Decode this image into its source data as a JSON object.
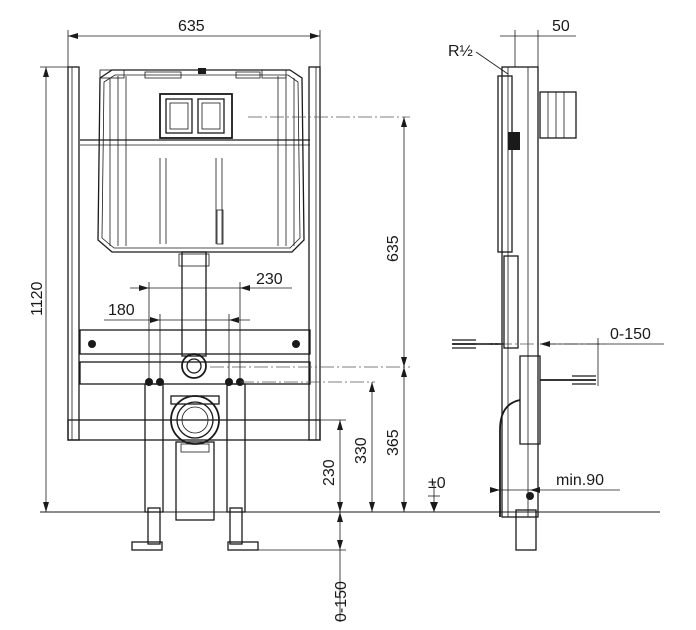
{
  "dimensions": {
    "overall_width": "635",
    "depth": "50",
    "thread": "R½",
    "total_height": "1120",
    "cistern_height": "635",
    "upper_spacing": "230",
    "lower_spacing": "180",
    "flush_height": "365",
    "outlet_height": "330",
    "fixing_height": "230",
    "wall_adjust": "0-150",
    "zero_level": "±0",
    "min_distance": "min.90",
    "floor_adjust": "0-150"
  }
}
